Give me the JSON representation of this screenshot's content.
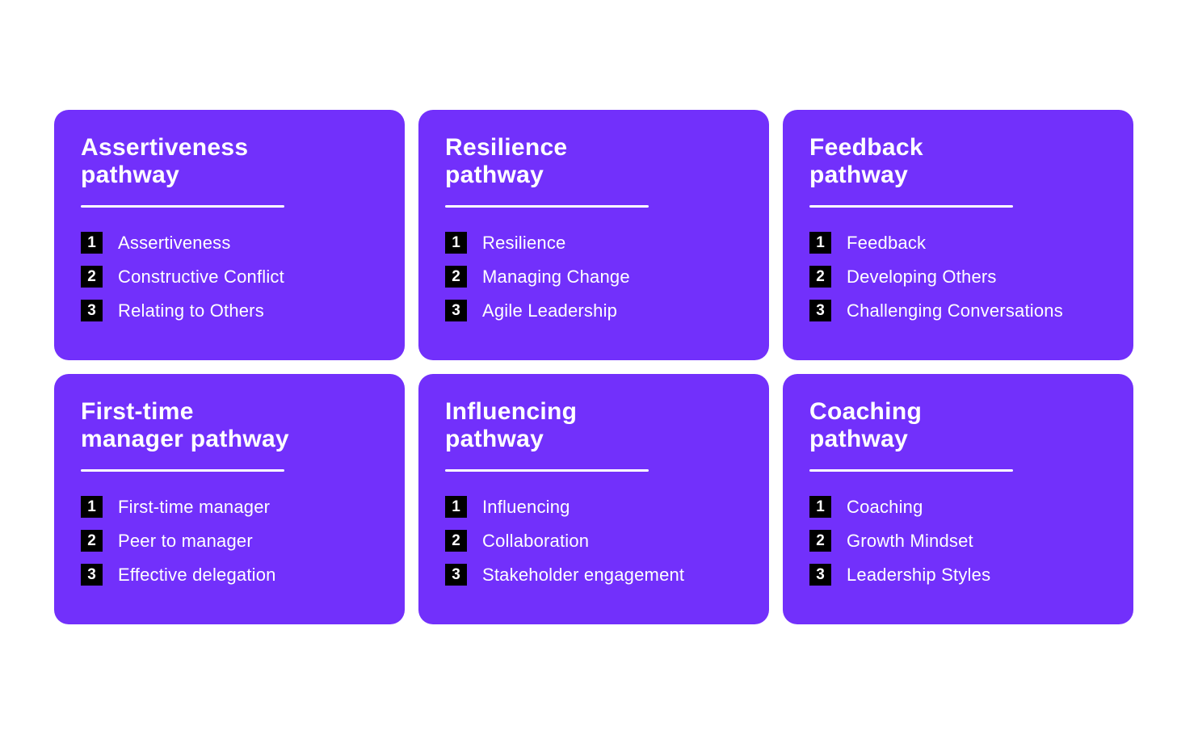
{
  "colors": {
    "page_background": "#ffffff",
    "card_background": "#7230FB",
    "badge_background": "#000000",
    "text": "#ffffff"
  },
  "cards": [
    {
      "title_line1": "Assertiveness",
      "title_line2": "pathway",
      "items": [
        {
          "num": "1",
          "label": "Assertiveness"
        },
        {
          "num": "2",
          "label": "Constructive Conflict"
        },
        {
          "num": "3",
          "label": "Relating to Others"
        }
      ]
    },
    {
      "title_line1": "Resilience",
      "title_line2": "pathway",
      "items": [
        {
          "num": "1",
          "label": "Resilience"
        },
        {
          "num": "2",
          "label": "Managing Change"
        },
        {
          "num": "3",
          "label": "Agile Leadership"
        }
      ]
    },
    {
      "title_line1": "Feedback",
      "title_line2": "pathway",
      "items": [
        {
          "num": "1",
          "label": "Feedback"
        },
        {
          "num": "2",
          "label": "Developing Others"
        },
        {
          "num": "3",
          "label": "Challenging Conversations"
        }
      ]
    },
    {
      "title_line1": "First-time",
      "title_line2": "manager pathway",
      "items": [
        {
          "num": "1",
          "label": "First-time manager"
        },
        {
          "num": "2",
          "label": "Peer to manager"
        },
        {
          "num": "3",
          "label": "Effective delegation"
        }
      ]
    },
    {
      "title_line1": "Influencing",
      "title_line2": "pathway",
      "items": [
        {
          "num": "1",
          "label": "Influencing"
        },
        {
          "num": "2",
          "label": "Collaboration"
        },
        {
          "num": "3",
          "label": "Stakeholder engagement"
        }
      ]
    },
    {
      "title_line1": "Coaching",
      "title_line2": "pathway",
      "items": [
        {
          "num": "1",
          "label": "Coaching"
        },
        {
          "num": "2",
          "label": "Growth Mindset"
        },
        {
          "num": "3",
          "label": "Leadership Styles"
        }
      ]
    }
  ]
}
